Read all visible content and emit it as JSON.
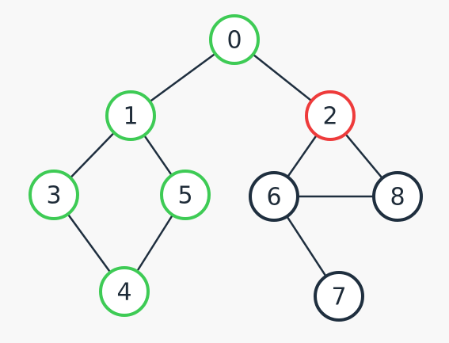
{
  "colors": {
    "visited": "#3ecb55",
    "current": "#ee3b3b",
    "unvisited": "#1f2f3f",
    "edge": "#1f2f3f",
    "background": "#f8f8f8"
  },
  "nodes": [
    {
      "id": "0",
      "label": "0",
      "status": "visited"
    },
    {
      "id": "1",
      "label": "1",
      "status": "visited"
    },
    {
      "id": "2",
      "label": "2",
      "status": "current"
    },
    {
      "id": "3",
      "label": "3",
      "status": "visited"
    },
    {
      "id": "5",
      "label": "5",
      "status": "visited"
    },
    {
      "id": "4",
      "label": "4",
      "status": "visited"
    },
    {
      "id": "6",
      "label": "6",
      "status": "unvisited"
    },
    {
      "id": "8",
      "label": "8",
      "status": "unvisited"
    },
    {
      "id": "7",
      "label": "7",
      "status": "unvisited"
    }
  ],
  "edges": [
    [
      "0",
      "1"
    ],
    [
      "0",
      "2"
    ],
    [
      "1",
      "3"
    ],
    [
      "1",
      "5"
    ],
    [
      "3",
      "4"
    ],
    [
      "5",
      "4"
    ],
    [
      "2",
      "6"
    ],
    [
      "2",
      "8"
    ],
    [
      "6",
      "8"
    ],
    [
      "6",
      "7"
    ]
  ]
}
